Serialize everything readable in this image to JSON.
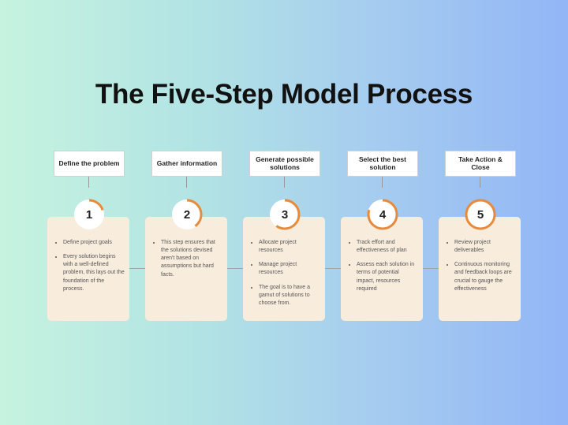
{
  "title": "The Five-Step Model Process",
  "accent": "#e88a3c",
  "steps": [
    {
      "label": "Define the problem",
      "number": "1",
      "progress": 0.2,
      "bullets": [
        "Define project goals",
        "Every solution begins with a well-defined problem, this lays out the foundation of the process."
      ]
    },
    {
      "label": "Gather information",
      "number": "2",
      "progress": 0.4,
      "bullets": [
        "This step ensures that the solutions devised aren't based on assumptions but hard facts."
      ]
    },
    {
      "label": "Generate possible solutions",
      "number": "3",
      "progress": 0.6,
      "bullets": [
        "Allocate project resources",
        "Manage project resources",
        "The goal is to have a gamut of solutions to choose from."
      ]
    },
    {
      "label": "Select the best solution",
      "number": "4",
      "progress": 0.8,
      "bullets": [
        "Track effort and effectiveness of plan",
        "Assess each solution in terms of potential impact, resources required"
      ]
    },
    {
      "label": "Take Action & Close",
      "number": "5",
      "progress": 1.0,
      "bullets": [
        "Review project deliverables",
        "Continuous monitoring and feedback loops are crucial to gauge the effectiveness"
      ]
    }
  ]
}
